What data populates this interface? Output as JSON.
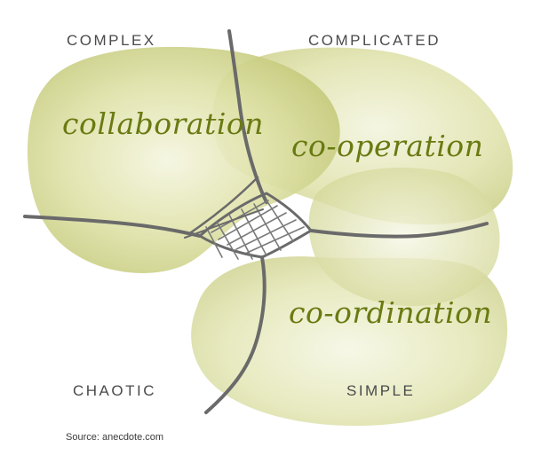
{
  "quadrants": {
    "complex": "COMPLEX",
    "complicated": "COMPLICATED",
    "chaotic": "CHAOTIC",
    "simple": "SIMPLE"
  },
  "regions": {
    "collaboration": "collaboration",
    "cooperation": "co-operation",
    "coordination": "co-ordination"
  },
  "source": "Source: anecdote.com",
  "colors": {
    "blob_fill": "#cdd28a",
    "blob_highlight": "#f4f5e0",
    "line_color": "#6a6a6a",
    "word_color": "#6a7a12",
    "label_color": "#4a4a4a"
  }
}
